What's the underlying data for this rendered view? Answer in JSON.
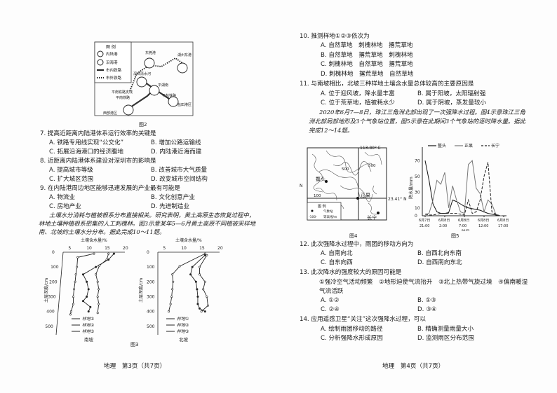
{
  "left": {
    "fig2": {
      "legend_title": "图 例",
      "legend": [
        "内陆港",
        "沿海港",
        "市内铁路",
        "市外铁路"
      ],
      "places": [
        "东莞港",
        "湖州东港",
        "深圳清水河",
        "平湖南",
        "平南铁路支线",
        "平南铁路",
        "平盐铁路",
        "盐田港区",
        "西部港区"
      ],
      "caption": "图2"
    },
    "q7": {
      "stem": "7. 提高近距离内陆港体系运行效率的关键是",
      "options": [
        "A. 铁路专用线实现“公交化”",
        "B. 增加公路运输线",
        "C. 拓展沿海港口的经济腹地",
        "D. 内陆港近海而建"
      ]
    },
    "q8": {
      "stem": "8. 近距离内陆港体系建设对深圳市的影响是",
      "options": [
        "A. 提高城市等级",
        "B. 改善城市大气质量",
        "C. 扩大城区范围",
        "D. 改变城市空间结构"
      ]
    },
    "q9": {
      "stem": "9. 在内陆港周边地区能够迅速发展的产业最有可能是",
      "options": [
        "A. 物流业",
        "B. 文化创意产业",
        "C. 房地产业",
        "D. 先进制造业"
      ]
    },
    "para": [
      "土壤水分消耗与植被根系分布直接相关。研究表明，黄土高原生态恢复过程中，",
      "林地土壤种植根系密集的人工刺槐林。图3示意某年5—6月黄土高原不同植被采样地",
      "南、北坡的土壤水分分布。据此完成10～11题。"
    ],
    "fig3": {
      "caption": "图3",
      "xlabel": "土壤含水量/%",
      "ylabel": "土层深度/cm",
      "xticks": [
        "5",
        "10",
        "15",
        "20"
      ],
      "yticks": [
        "0",
        "100",
        "200",
        "300",
        "400",
        "500"
      ],
      "panels": [
        {
          "name": "南坡",
          "series": [
            {
              "name": "样地①",
              "points": [
                [
                  11.5,
                  10
                ],
                [
                  7,
                  35
                ],
                [
                  6.8,
                  100
                ],
                [
                  6.5,
                  150
                ],
                [
                  6.3,
                  200
                ],
                [
                  6,
                  250
                ],
                [
                  5.8,
                  300
                ],
                [
                  5.8,
                  350
                ],
                [
                  5.2,
                  400
                ],
                [
                  5,
                  420
                ]
              ]
            },
            {
              "name": "样地②",
              "points": [
                [
                  17,
                  10
                ],
                [
                  15.5,
                  50
                ],
                [
                  12,
                  100
                ],
                [
                  8.5,
                  150
                ],
                [
                  9.5,
                  200
                ],
                [
                  10,
                  250
                ],
                [
                  9.5,
                  300
                ],
                [
                  8.5,
                  330
                ],
                [
                  10.5,
                  370
                ],
                [
                  10,
                  400
                ]
              ]
            },
            {
              "name": "样地③",
              "points": [
                [
                  15.5,
                  10
                ],
                [
                  15,
                  50
                ],
                [
                  13,
                  90
                ],
                [
                  12,
                  150
                ],
                [
                  12.5,
                  200
                ],
                [
                  12.8,
                  250
                ],
                [
                  12.5,
                  300
                ],
                [
                  12.8,
                  350
                ],
                [
                  12.5,
                  410
                ]
              ]
            }
          ]
        },
        {
          "name": "北坡",
          "series": [
            {
              "name": "样地①",
              "points": [
                [
                  16,
                  10
                ],
                [
                  9,
                  95
                ],
                [
                  7,
                  150
                ],
                [
                  7.2,
                  200
                ],
                [
                  7,
                  250
                ],
                [
                  6.8,
                  300
                ],
                [
                  6.5,
                  350
                ],
                [
                  6,
                  400
                ]
              ]
            },
            {
              "name": "样地②",
              "points": [
                [
                  16,
                  20
                ],
                [
                  12.5,
                  100
                ],
                [
                  12,
                  150
                ],
                [
                  13.5,
                  200
                ],
                [
                  13.8,
                  250
                ],
                [
                  14,
                  300
                ],
                [
                  14,
                  350
                ],
                [
                  14.5,
                  380
                ],
                [
                  16,
                  400
                ]
              ]
            },
            {
              "name": "样地③",
              "points": [
                [
                  16.5,
                  20
                ],
                [
                  14.5,
                  100
                ],
                [
                  14.5,
                  150
                ],
                [
                  16,
                  200
                ],
                [
                  15.5,
                  250
                ],
                [
                  16.5,
                  300
                ],
                [
                  16.8,
                  360
                ],
                [
                  15,
                  400
                ]
              ]
            }
          ]
        }
      ]
    },
    "footer": "地理　第3页（共7页）"
  },
  "right": {
    "q10": {
      "stem": "10. 推测样地①②③依次为",
      "options": [
        "A. 自然草地　刺槐林地　撂荒草地",
        "B. 自然草地　撂荒草地　刺槐林地",
        "C. 刺槐林地　自然草地　撂荒草地",
        "D. 刺槐林地　撂荒草地　自然草地"
      ]
    },
    "q11": {
      "stem": "11. 与南坡相比，北坡三种样地土壤含水量总体较高的主要原因是",
      "options": [
        "A. 位于迎风坡，降水量丰富",
        "B. 属于阳坡，太阳辐射强",
        "C. 位于荒草地，植被耗水少",
        "D. 属于阴坡，蒸发量较小"
      ]
    },
    "para": [
      "2020年6月7—8日，珠江三角洲北部出现了一次强降水过程。图4示意珠江三角",
      "洲北部局部地形及3个气象站位置，图5示意在此期间3个气象站的逐时降水量。据此",
      "完成12～14题。"
    ],
    "fig4": {
      "lon": "113.80° E",
      "lat": "23.41° N",
      "lat_left": "N",
      "stations": [
        "鳌头",
        "正果",
        "长宁"
      ],
      "contours": [
        "500",
        "500",
        "100"
      ],
      "legend_title": "图 例",
      "legend": [
        "气象站",
        "等高线/m"
      ],
      "legend_contour": "-100-",
      "caption": "图4"
    },
    "fig5": {
      "caption": "图5",
      "ylabel": "降水量/mm",
      "xlabel": "时间",
      "chart_data": {
        "type": "line",
        "ylim": [
          0,
          80
        ],
        "yticks": [
          0,
          10,
          30,
          50,
          70
        ],
        "xticks": [
          "6月7日 21:00",
          "6月8日 2:00",
          "6月8日 7:00",
          "6月8日 12:00",
          "6月8日 17:00"
        ],
        "x": [
          "21:00",
          "22:00",
          "23:00",
          "0:00",
          "1:00",
          "2:00",
          "3:00",
          "4:00",
          "5:00",
          "6:00",
          "7:00",
          "8:00",
          "9:00",
          "10:00",
          "11:00",
          "12:00",
          "13:00",
          "14:00",
          "15:00",
          "16:00",
          "17:00"
        ],
        "series": [
          {
            "name": "鳌头",
            "style": "solid",
            "color": "#111111",
            "values": [
              70,
              45,
              15,
              5,
              3,
              3,
              4,
              20,
              18,
              15,
              12,
              10,
              9,
              8,
              7,
              5,
              3,
              2,
              1,
              0,
              0
            ]
          },
          {
            "name": "正果",
            "style": "solid",
            "color": "#777777",
            "values": [
              2,
              3,
              20,
              45,
              40,
              55,
              10,
              38,
              20,
              5,
              3,
              65,
              70,
              35,
              28,
              5,
              20,
              15,
              2,
              0,
              0
            ]
          },
          {
            "name": "长宁",
            "style": "dashed",
            "color": "#222222",
            "values": [
              2,
              1,
              1,
              2,
              3,
              3,
              3,
              3,
              3,
              2,
              1,
              20,
              3,
              5,
              20,
              50,
              68,
              5,
              2,
              0,
              0
            ]
          }
        ]
      }
    },
    "q12": {
      "stem": "12. 此次强降水过程中，雨团的移动方向为",
      "options": [
        "A. 自南向北",
        "B. 自西北向东南",
        "C. 自东向西",
        "D. 自西南向东北"
      ]
    },
    "q13": {
      "stem": "13. 此次降水的强度较大的原因可能是",
      "items": "①强冷空气活动频繁　②地形迫使气流抬升　③北上热带气旋过境　④偏南暖湿",
      "items2": "气流活跃",
      "options": [
        "A. ①②",
        "B. ①③",
        "C. ②④",
        "D. ③④"
      ]
    },
    "q14": {
      "stem": "14. 应用遥感卫星“关注”这次强降水过程，可以",
      "options": [
        "A. 绘制雨团移动的路径",
        "B. 精确测量雨量大小",
        "C. 分析强降水形成原因",
        "D. 监测雨区分布范围"
      ]
    },
    "footer": "地理　第4页（共7页）"
  }
}
